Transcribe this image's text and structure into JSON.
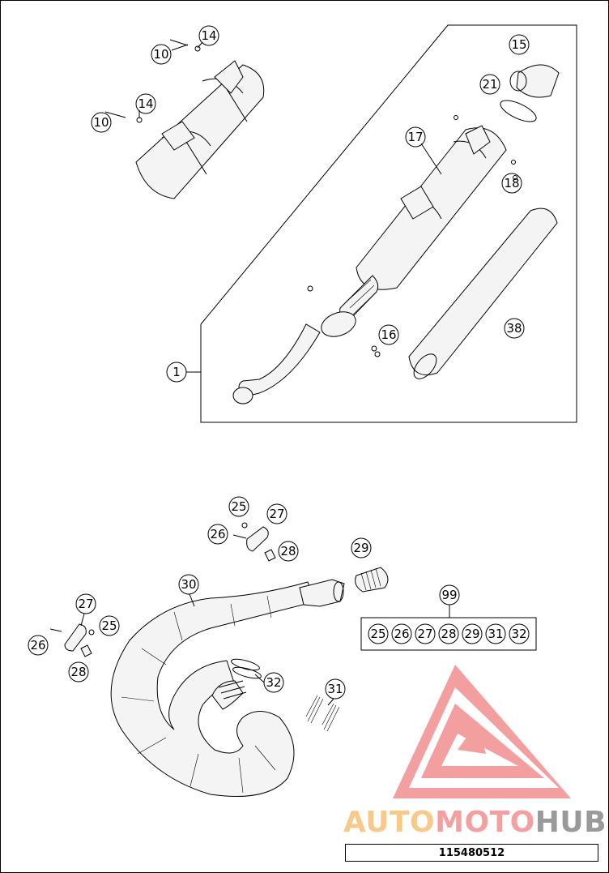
{
  "callouts": {
    "c1": "1",
    "c10a": "10",
    "c10b": "10",
    "c14a": "14",
    "c14b": "14",
    "c15": "15",
    "c16": "16",
    "c17": "17",
    "c18": "18",
    "c21": "21",
    "c38": "38",
    "c25a": "25",
    "c25b": "25",
    "c26a": "26",
    "c26b": "26",
    "c27a": "27",
    "c27b": "27",
    "c28a": "28",
    "c28b": "28",
    "c29": "29",
    "c30": "30",
    "c31": "31",
    "c32": "32",
    "c99": "99"
  },
  "kit": [
    "25",
    "26",
    "27",
    "28",
    "29",
    "31",
    "32"
  ],
  "reference_number": "115480512",
  "watermark": {
    "part1": "AUTO",
    "part2": "MOTO",
    "part3": "HUB",
    "colors": {
      "part1": "#f7c98a",
      "part2": "#f4a0a0",
      "part3": "#9a9a9a",
      "logo": "#f08080"
    }
  }
}
